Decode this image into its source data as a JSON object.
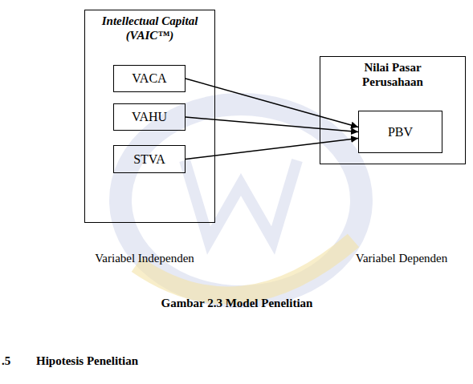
{
  "diagram": {
    "caption": "Gambar 2.3 Model Penelitian",
    "nodes": [
      {
        "text": [
          "Intellectual Capital (VAIC™)"
        ]
      },
      {
        "text": [
          "VACA"
        ],
        "in": 0
      },
      {
        "text": [
          "VAHU"
        ],
        "in": 0
      },
      {
        "text": [
          "STVA"
        ],
        "in": 0
      },
      {
        "text": [
          "Nilai Pasar Perusahaan"
        ]
      },
      {
        "text": [
          "PBV"
        ],
        "in": 4
      }
    ],
    "edges": [
      {
        "from": 1,
        "to": 5,
        "arrow": "to"
      },
      {
        "from": 2,
        "to": 5,
        "arrow": "to"
      },
      {
        "from": 3,
        "to": 5,
        "arrow": "to"
      }
    ],
    "labels": [
      "Variabel Independen",
      "Variabel Dependen",
      ".5",
      "Hipotesis Penelitian"
    ]
  }
}
